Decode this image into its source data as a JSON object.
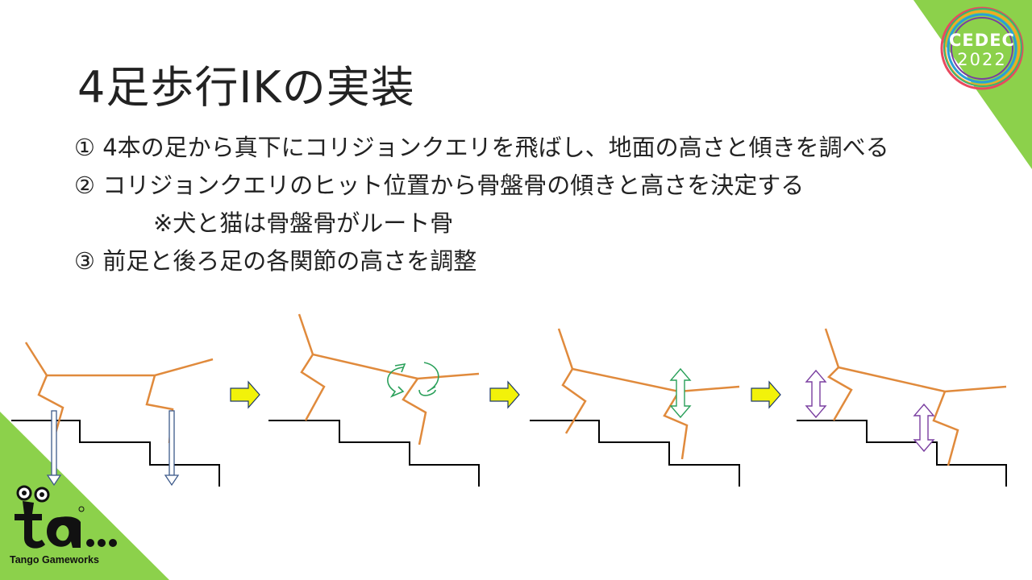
{
  "slide": {
    "title": "4足歩行IKの実装",
    "steps": [
      {
        "marker": "①",
        "text": "4本の足から真下にコリジョンクエリを飛ばし、地面の高さと傾きを調べる"
      },
      {
        "marker": "②",
        "text": "コリジョンクエリのヒット位置から骨盤骨の傾きと高さを決定する"
      },
      {
        "marker": "",
        "text": "※犬と猫は骨盤骨がルート骨"
      },
      {
        "marker": "③",
        "text": "前足と後ろ足の各関節の高さを調整"
      }
    ]
  },
  "event_logo": {
    "name": "CEDEC",
    "year": "2022"
  },
  "studio_logo": {
    "name": "Tango Gameworks"
  },
  "colors": {
    "accent_green": "#8cd14b",
    "leg_orange": "#e08a3c",
    "ground_black": "#000000",
    "query_arrow_blue": "#3d5a8a",
    "rotate_arrow_green": "#2aa05a",
    "adjust_arrow_purple": "#7a3fa0",
    "next_arrow_yellow": "#f2f20a"
  },
  "icons": [
    "next-step-arrow-icon",
    "rotate-icon",
    "double-arrow-icon"
  ]
}
